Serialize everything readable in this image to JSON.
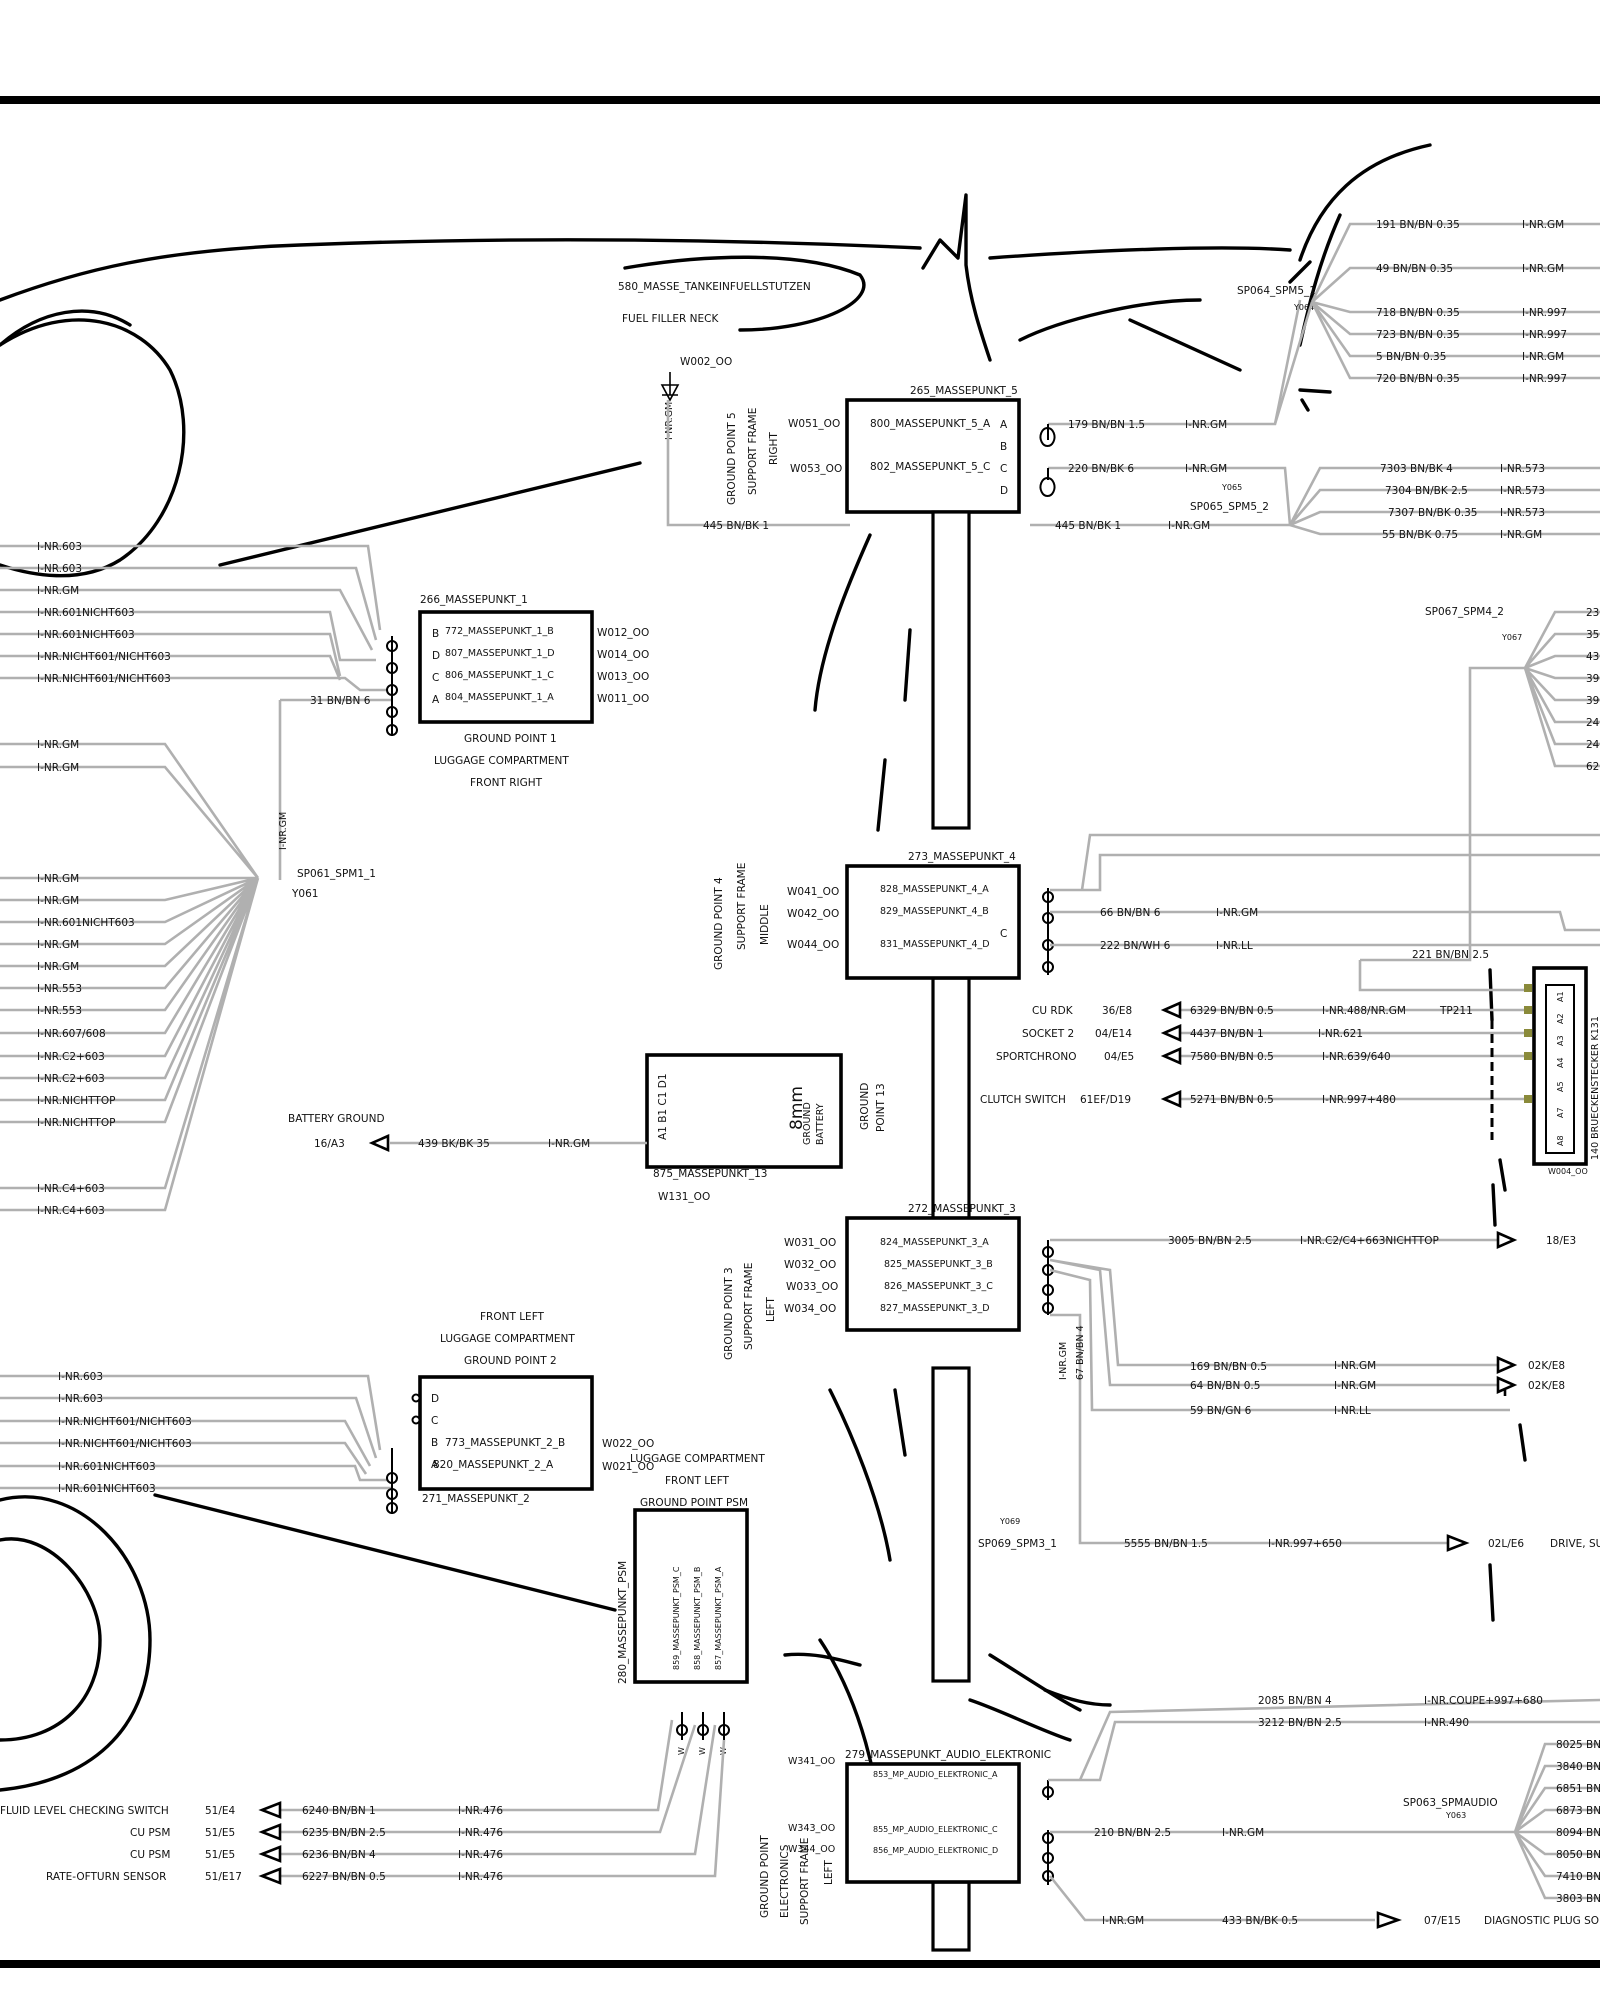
{
  "gp5": {
    "tag": "580_MASSE_TANKEINFUELLSTUTZEN",
    "fuel": "FUEL FILLER NECK",
    "w002": "W002_OO",
    "inr": "I-NR.GM",
    "title": "265_MASSEPUNKT_5",
    "side": [
      "GROUND POINT 5",
      "SUPPORT FRAME",
      "RIGHT"
    ],
    "w051": "W051_OO",
    "w053": "W053_OO",
    "pin_a": "800_MASSEPUNKT_5_A",
    "pin_c": "802_MASSEPUNKT_5_C",
    "letters": [
      "A",
      "B",
      "C",
      "D"
    ],
    "bk445": "445 BN/BK 1",
    "r179": "179 BN/BN 1.5",
    "r220": "220 BN/BK 6",
    "i1": "I-NR.GM",
    "i2": "I-NR.GM",
    "i3": "I-NR.GM"
  },
  "sp064": {
    "label": "SP064_SPM5_1",
    "sub": "Y064",
    "rows": [
      [
        "191 BN/BN 0.35",
        "I-NR.GM"
      ],
      [
        "49 BN/BN 0.35",
        "I-NR.GM"
      ],
      [
        "718 BN/BN 0.35",
        "I-NR.997"
      ],
      [
        "723 BN/BN 0.35",
        "I-NR.997"
      ],
      [
        "5 BN/BN 0.35",
        "I-NR.GM"
      ],
      [
        "720 BN/BN 0.35",
        "I-NR.997"
      ]
    ]
  },
  "sp065": {
    "label": "SP065_SPM5_2",
    "sub": "Y065",
    "rows": [
      [
        "7303 BN/BK 4",
        "I-NR.573"
      ],
      [
        "7304 BN/BK 2.5",
        "I-NR.573"
      ],
      [
        "7307 BN/BK 0.35",
        "I-NR.573"
      ],
      [
        "55 BN/BK 0.75",
        "I-NR.GM"
      ]
    ]
  },
  "sp067": {
    "label": "SP067_SPM4_2",
    "sub": "Y067",
    "rows": [
      "23",
      "35",
      "43",
      "39",
      "39",
      "24",
      "24",
      "62"
    ]
  },
  "gp1": {
    "title": "266_MASSEPUNKT_1",
    "pins": [
      "772_MASSEPUNKT_1_B",
      "807_MASSEPUNKT_1_D",
      "806_MASSEPUNKT_1_C",
      "804_MASSEPUNKT_1_A"
    ],
    "letters": [
      "B",
      "D",
      "C",
      "A"
    ],
    "ws": [
      "W012_OO",
      "W014_OO",
      "W013_OO",
      "W011_OO"
    ],
    "caption": [
      "GROUND POINT 1",
      "LUGGAGE COMPARTMENT",
      "FRONT RIGHT"
    ],
    "wire31": "31 BN/BN 6",
    "left": [
      "I-NR.603",
      "I-NR.603",
      "I-NR.GM",
      "I-NR.601NICHT603",
      "I-NR.601NICHT603",
      "I-NR.NICHT601/NICHT603",
      "I-NR.NICHT601/NICHT603"
    ]
  },
  "sp061": {
    "label": "SP061_SPM1_1",
    "sub": "Y061",
    "vlabel": "I-NR.GM",
    "top": [
      "I-NR.GM",
      "I-NR.GM"
    ],
    "rows": [
      "I-NR.GM",
      "I-NR.GM",
      "I-NR.601NICHT603",
      "I-NR.GM",
      "I-NR.GM",
      "I-NR.553",
      "I-NR.553",
      "I-NR.607/608",
      "I-NR.C2+603",
      "I-NR.C2+603",
      "I-NR.NICHTTOP",
      "I-NR.NICHTTOP"
    ],
    "bottom": [
      "I-NR.C4+603",
      "I-NR.C4+603"
    ]
  },
  "gp4": {
    "title": "273_MASSEPUNKT_4",
    "side": [
      "GROUND POINT 4",
      "SUPPORT FRAME",
      "MIDDLE"
    ],
    "ws": [
      "W041_OO",
      "W042_OO",
      "W044_OO"
    ],
    "pins": [
      "828_MASSEPUNKT_4_A",
      "829_MASSEPUNKT_4_B",
      "831_MASSEPUNKT_4_D"
    ],
    "c": "C",
    "r66": "66 BN/BN 6",
    "r66i": "I-NR.GM",
    "r222": "222 BN/WH 6",
    "r222i": "I-NR.LL",
    "r221": "221 BN/BN 2.5"
  },
  "conns": [
    [
      "CU RDK",
      "36/E8",
      "6329 BN/BN 0.5",
      "I-NR.488/NR.GM"
    ],
    [
      "SOCKET 2",
      "04/E14",
      "4437 BN/BN 1",
      "I-NR.621"
    ],
    [
      "SPORTCHRONO",
      "04/E5",
      "7580 BN/BN 0.5",
      "I-NR.639/640"
    ],
    [
      "CLUTCH SWITCH",
      "61EF/D19",
      "5271 BN/BN 0.5",
      "I-NR.997+480"
    ]
  ],
  "tp211": "TP211",
  "k131": {
    "pins": [
      "A1",
      "A2",
      "A3",
      "A4",
      "A5",
      "A7",
      "A8"
    ],
    "w": "W004_OO",
    "label": "140 BRUECKENSTECKER K131"
  },
  "gp13": {
    "pins": "A1 B1 C1 D1",
    "mm": "8mm",
    "g": [
      "GROUND",
      "BATTERY"
    ],
    "side": [
      "GROUND",
      "POINT 13"
    ],
    "title": "875_MASSEPUNKT_13",
    "w": "W131_OO",
    "bg": "BATTERY GROUND",
    "ref": "16/A3",
    "wire": "439 BK/BK 35",
    "inr": "I-NR.GM"
  },
  "gp3": {
    "title": "272_MASSEPUNKT_3",
    "side": [
      "GROUND POINT 3",
      "SUPPORT FRAME",
      "LEFT"
    ],
    "ws": [
      "W031_OO",
      "W032_OO",
      "W033_OO",
      "W034_OO"
    ],
    "pins": [
      "824_MASSEPUNKT_3_A",
      "825_MASSEPUNKT_3_B",
      "826_MASSEPUNKT_3_C",
      "827_MASSEPUNKT_3_D"
    ],
    "r3005": "3005 BN/BN 2.5",
    "r3005i": "I-NR.C2/C4+663NICHTTOP",
    "r3005d": "18/E3",
    "r169": "169 BN/BN 0.5",
    "r169i": "I-NR.GM",
    "r169d": "02K/E8",
    "r64": "64 BN/BN 0.5",
    "r64i": "I-NR.GM",
    "r64d": "02K/E8",
    "r59": "59 BN/GN 6",
    "r59i": "I-NR.LL",
    "v1": "I-NR.GM",
    "v2": "67 BN/BN 4"
  },
  "sp069": {
    "sub": "Y069",
    "label": "SP069_SPM3_1",
    "wire": "5555 BN/BN 1.5",
    "inr": "I-NR.997+650",
    "dest": "02L/E6",
    "desc": "DRIVE, SU"
  },
  "gp2": {
    "caption": [
      "FRONT LEFT",
      "LUGGAGE COMPARTMENT",
      "GROUND POINT 2"
    ],
    "letters": [
      "D",
      "C",
      "B",
      "A"
    ],
    "pins": [
      "773_MASSEPUNKT_2_B",
      "820_MASSEPUNKT_2_A"
    ],
    "title": "271_MASSEPUNKT_2",
    "ws": [
      "W022_OO",
      "W021_OO"
    ],
    "left": [
      "I-NR.603",
      "I-NR.603",
      "I-NR.NICHT601/NICHT603",
      "I-NR.NICHT601/NICHT603",
      "I-NR.601NICHT603",
      "I-NR.601NICHT603"
    ]
  },
  "psm": {
    "caption": [
      "LUGGAGE COMPARTMENT",
      "FRONT LEFT",
      "GROUND POINT PSM"
    ],
    "title": "280_MASSEPUNKT_PSM",
    "pins": [
      "859_MASSEPUNKT_PSM_C",
      "858_MASSEPUNKT_PSM_B",
      "857_MASSEPUNKT_PSM_A"
    ],
    "ws": [
      "W",
      "W",
      "W"
    ]
  },
  "bl": [
    [
      "FLUID LEVEL CHECKING SWITCH",
      "51/E4",
      "6240 BN/BN 1",
      "I-NR.476"
    ],
    [
      "CU PSM",
      "51/E5",
      "6235 BN/BN 2.5",
      "I-NR.476"
    ],
    [
      "CU PSM",
      "51/E5",
      "6236 BN/BN 4",
      "I-NR.476"
    ],
    [
      "RATE-OFTURN SENSOR",
      "51/E17",
      "6227 BN/BN 0.5",
      "I-NR.476"
    ]
  ],
  "audio": {
    "title": "279_MASSEPUNKT_AUDIO_ELEKTRONIC",
    "w341": "W341_OO",
    "w343": "W343_OO",
    "w344": "W344_OO",
    "pins": [
      "853_MP_AUDIO_ELEKTRONIC_A",
      "855_MP_AUDIO_ELEKTRONIC_C",
      "856_MP_AUDIO_ELEKTRONIC_D"
    ],
    "side": [
      "GROUND POINT",
      "ELECTRONICS",
      "SUPPORT FRAME",
      "LEFT"
    ],
    "r2085": "2085 BN/BN 4",
    "r2085i": "I-NR.COUPE+997+680",
    "r3212": "3212 BN/BN 2.5",
    "r3212i": "I-NR.490",
    "r210": "210 BN/BN 2.5",
    "r210i": "I-NR.GM",
    "r433i": "I-NR.GM",
    "r433": "433 BN/BK 0.5",
    "r433d": "07/E15",
    "r433n": "DIAGNOSTIC PLUG SO"
  },
  "sp063": {
    "label": "SP063_SPMAUDIO",
    "sub": "Y063",
    "rows": [
      "8025 BN",
      "3840 BN",
      "6851 BN",
      "6873 BN",
      "8094 BN",
      "8050 BN",
      "7410 BN",
      "3803 BN"
    ]
  }
}
